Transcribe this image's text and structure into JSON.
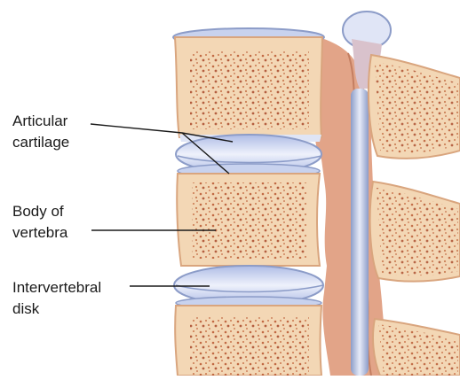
{
  "labels": {
    "articular_line1": "Articular",
    "articular_line2": "cartilage",
    "body_line1": "Body of",
    "body_line2": "vertebra",
    "disk_line1": "Intervertebral",
    "disk_line2": "disk"
  },
  "colors": {
    "bone_fill": "#f3d7b5",
    "bone_edge": "#d9a57e",
    "spongy_dots": "#b8562f",
    "cartilage": "#c8d2ee",
    "cartilage_edge": "#8c9cc8",
    "joint_pink": "#e2a488",
    "leader_line": "#1a1a1a"
  }
}
